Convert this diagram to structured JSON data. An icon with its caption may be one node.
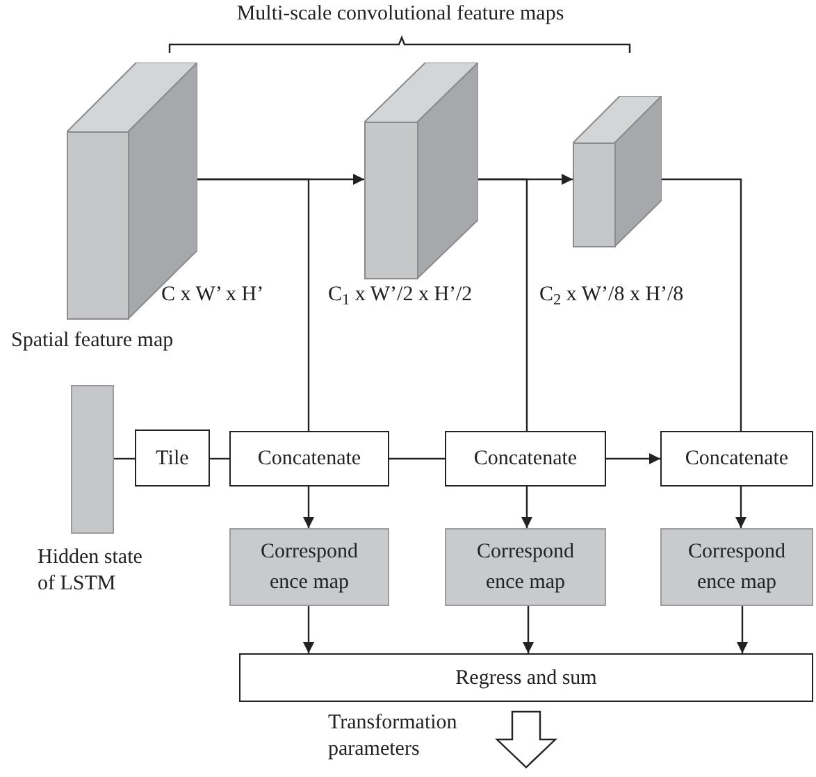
{
  "diagram": {
    "nodes": [
      {
        "text": [],
        "shape": "box",
        "beside": [
          "C x W’ x H’",
          "Spatial feature map"
        ]
      },
      {
        "text": [],
        "shape": "box",
        "beside": [
          "C$_{1}$ x W’/2 x H’/2"
        ]
      },
      {
        "text": [],
        "shape": "box",
        "beside": [
          "C$_{2}$ x W’/8 x H’/8"
        ]
      },
      {
        "text": [],
        "shape": "bar",
        "beside": [
          "Hidden state of LSTM"
        ]
      },
      {
        "text": [
          "Tile"
        ]
      },
      {
        "text": [
          "Concatenate"
        ]
      },
      {
        "text": [
          "Concatenate"
        ]
      },
      {
        "text": [
          "Concatenate"
        ]
      },
      {
        "text": [
          "Correspond ence map"
        ]
      },
      {
        "text": [
          "Correspond ence map"
        ]
      },
      {
        "text": [
          "Correspond ence map"
        ]
      },
      {
        "text": [
          "Regress and sum"
        ]
      }
    ],
    "edges": [
      {
        "from": 0,
        "to": 1,
        "arrow": "to"
      },
      {
        "from": 1,
        "to": 2,
        "arrow": "to"
      },
      {
        "from": 0,
        "to": 5,
        "arrow": "none"
      },
      {
        "from": 1,
        "to": 6,
        "arrow": "none"
      },
      {
        "from": 2,
        "to": 7,
        "arrow": "none"
      },
      {
        "from": 3,
        "to": 4,
        "arrow": "none"
      },
      {
        "from": 4,
        "to": 5,
        "arrow": "none"
      },
      {
        "from": 5,
        "to": 6,
        "arrow": "none"
      },
      {
        "from": 6,
        "to": 7,
        "arrow": "to"
      },
      {
        "from": 5,
        "to": 8,
        "arrow": "to"
      },
      {
        "from": 6,
        "to": 9,
        "arrow": "to"
      },
      {
        "from": 7,
        "to": 10,
        "arrow": "to"
      },
      {
        "from": 8,
        "to": 11,
        "arrow": "to"
      },
      {
        "from": 9,
        "to": 11,
        "arrow": "to"
      },
      {
        "from": 10,
        "to": 11,
        "arrow": "to"
      },
      {
        "from": 11,
        "to": null,
        "arrow": "to",
        "label": "Transformation parameters"
      }
    ],
    "labels": [
      "Multi-scale convolutional feature maps"
    ]
  }
}
